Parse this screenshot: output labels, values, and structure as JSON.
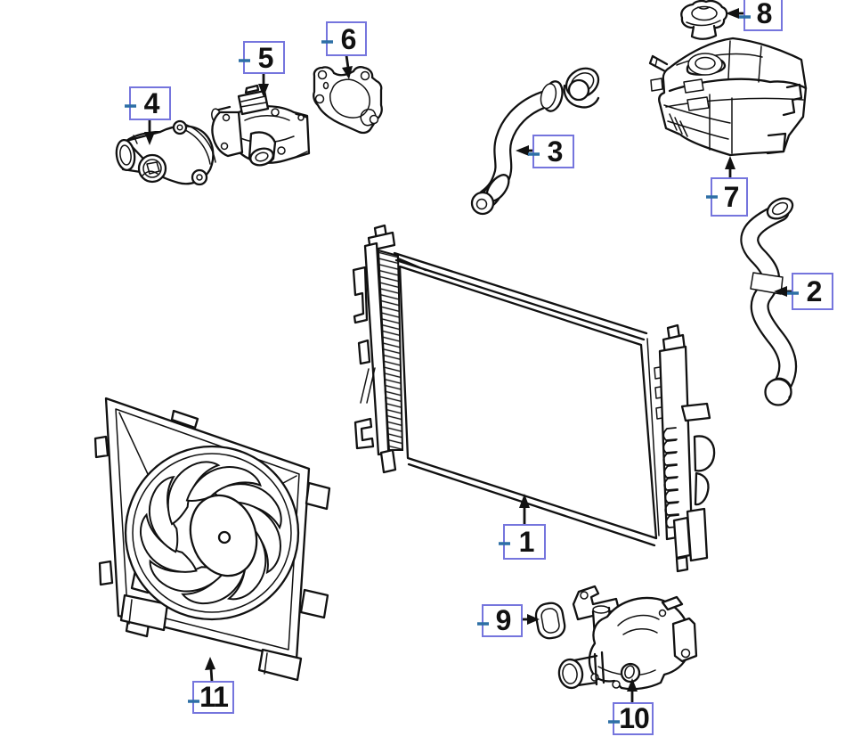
{
  "diagram": {
    "background_color": "#ffffff",
    "line_color": "#111111",
    "callout_border_color": "#7575dd",
    "callout_tick_color": "#2d6fa5",
    "callout_number_color": "#111111"
  },
  "callouts": [
    {
      "number": "1"
    },
    {
      "number": "2"
    },
    {
      "number": "3"
    },
    {
      "number": "4"
    },
    {
      "number": "5"
    },
    {
      "number": "6"
    },
    {
      "number": "7"
    },
    {
      "number": "8"
    },
    {
      "number": "9"
    },
    {
      "number": "10"
    },
    {
      "number": "11"
    }
  ]
}
